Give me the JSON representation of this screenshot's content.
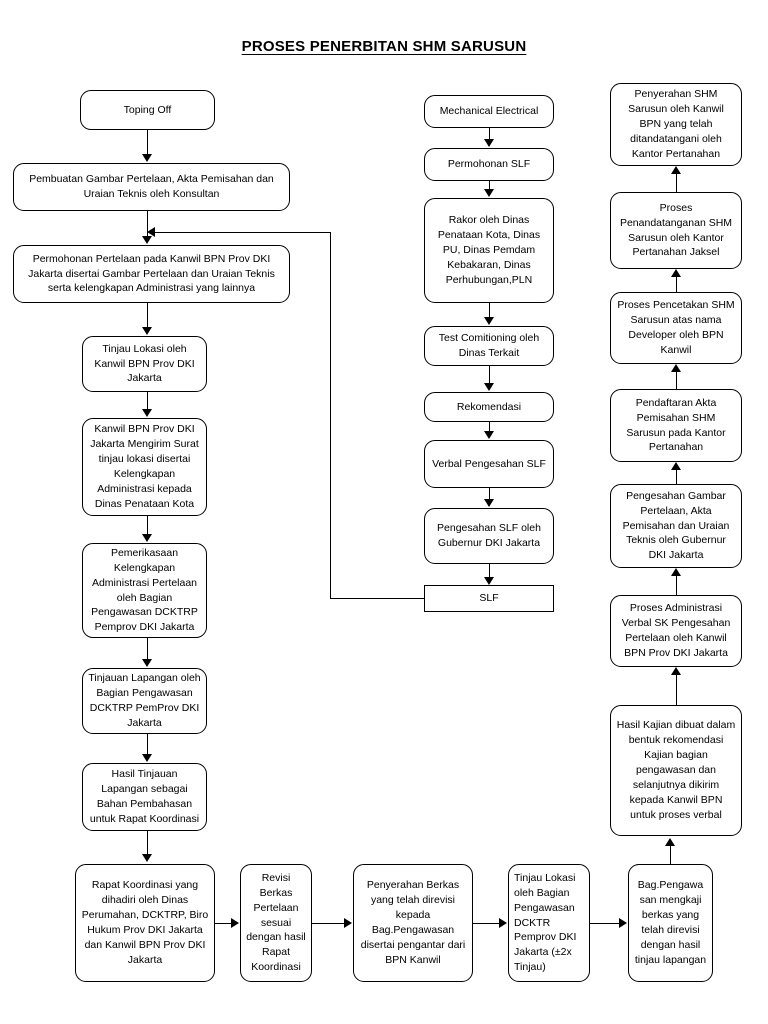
{
  "title": "PROSES PENERBITAN SHM SARUSUN",
  "columns": {
    "left": {
      "name": "left-column",
      "nodes": [
        {
          "id": "toping-off",
          "label": "Toping Off"
        },
        {
          "id": "pembuatan-gambar-pertelaan",
          "label": "Pembuatan Gambar Pertelaan, Akta Pemisahan dan Uraian Teknis oleh Konsultan"
        },
        {
          "id": "permohonan-pertelaan",
          "label": "Permohonan Pertelaan pada Kanwil BPN Prov DKI Jakarta disertai Gambar Pertelaan dan Uraian Teknis serta kelengkapan Administrasi yang lainnya"
        },
        {
          "id": "tinjau-lokasi-kanwil",
          "label": "Tinjau Lokasi oleh Kanwil BPN Prov DKI Jakarta"
        },
        {
          "id": "kanwil-mengirim-surat",
          "label": "Kanwil BPN Prov DKI Jakarta Mengirim Surat tinjau lokasi disertai Kelengkapan Administrasi kepada Dinas Penataan Kota"
        },
        {
          "id": "pemeriksaan-kelengkapan",
          "label": "Pemerikasaan Kelengkapan Administrasi Pertelaan oleh Bagian Pengawasan DCKTRP Pemprov DKI Jakarta"
        },
        {
          "id": "tinjauan-lapangan",
          "label": "Tinjauan Lapangan oleh Bagian Pengawasan DCKTRP PemProv DKI Jakarta"
        },
        {
          "id": "hasil-tinjauan-lapangan",
          "label": "Hasil Tinjauan Lapangan sebagai Bahan Pembahasan untuk Rapat Koordinasi"
        }
      ]
    },
    "middle": {
      "name": "middle-column",
      "nodes": [
        {
          "id": "mechanical-electrical",
          "label": "Mechanical Electrical"
        },
        {
          "id": "permohonan-slf",
          "label": "Permohonan SLF"
        },
        {
          "id": "rakor-dinas",
          "label": "Rakor oleh Dinas Penataan Kota, Dinas PU, Dinas Pemdam Kebakaran, Dinas Perhubungan,PLN"
        },
        {
          "id": "test-comitioning",
          "label": "Test Comitioning oleh Dinas Terkait"
        },
        {
          "id": "rekomendasi",
          "label": "Rekomendasi"
        },
        {
          "id": "verbal-pengesahan-slf",
          "label": "Verbal Pengesahan SLF"
        },
        {
          "id": "pengesahan-slf-gubernur",
          "label": "Pengesahan SLF oleh Gubernur DKI Jakarta"
        },
        {
          "id": "slf",
          "label": "SLF"
        }
      ]
    },
    "right": {
      "name": "right-column",
      "nodes": [
        {
          "id": "penyerahan-shm-sarusun",
          "label": "Penyerahan SHM Sarusun oleh Kanwil BPN yang telah ditandatangani oleh Kantor Pertanahan"
        },
        {
          "id": "proses-penandatanganan",
          "label": "Proses Penandatanganan SHM Sarusun oleh Kantor Pertanahan Jaksel"
        },
        {
          "id": "proses-pencetakan",
          "label": "Proses Pencetakan SHM Sarusun atas nama Developer oleh BPN Kanwil"
        },
        {
          "id": "pendaftaran-akta-pemisahan",
          "label": "Pendaftaran Akta Pemisahan SHM Sarusun pada Kantor Pertanahan"
        },
        {
          "id": "pengesahan-gambar-pertelaan",
          "label": "Pengesahan Gambar Pertelaan, Akta Pemisahan dan Uraian Teknis oleh Gubernur DKI Jakarta"
        },
        {
          "id": "proses-administrasi-verbal",
          "label": "Proses Administrasi Verbal SK Pengesahan Pertelaan oleh Kanwil BPN Prov DKI Jakarta"
        },
        {
          "id": "hasil-kajian",
          "label": "Hasil Kajian dibuat dalam bentuk rekomendasi Kajian bagian pengawasan dan selanjutnya dikirim kepada Kanwil BPN untuk proses verbal"
        }
      ]
    },
    "bottom": {
      "name": "bottom-row",
      "nodes": [
        {
          "id": "rapat-koordinasi",
          "label": "Rapat Koordinasi yang dihadiri oleh Dinas Perumahan, DCKTRP, Biro Hukum Prov DKI Jakarta dan Kanwil BPN Prov DKI Jakarta"
        },
        {
          "id": "revisi-berkas",
          "label": "Revisi Berkas Pertelaan sesuai dengan hasil Rapat Koordinasi"
        },
        {
          "id": "penyerahan-berkas",
          "label": "Penyerahan Berkas yang telah direvisi kepada Bag.Pengawasan disertai pengantar dari BPN Kanwil"
        },
        {
          "id": "tinjau-lokasi-dcktr",
          "label": "Tinjau  Lokasi oleh    Bagian Pengawasan DCKTR Pemprov DKI Jakarta  (±2x Tinjau)"
        },
        {
          "id": "bag-pengawasan-mengkaji",
          "label": "Bag.Pengawa san mengkaji berkas yang telah direvisi dengan hasil tinjau lapangan"
        }
      ]
    }
  },
  "colors": {
    "stroke": "#000000",
    "background": "#ffffff",
    "text": "#000000"
  }
}
